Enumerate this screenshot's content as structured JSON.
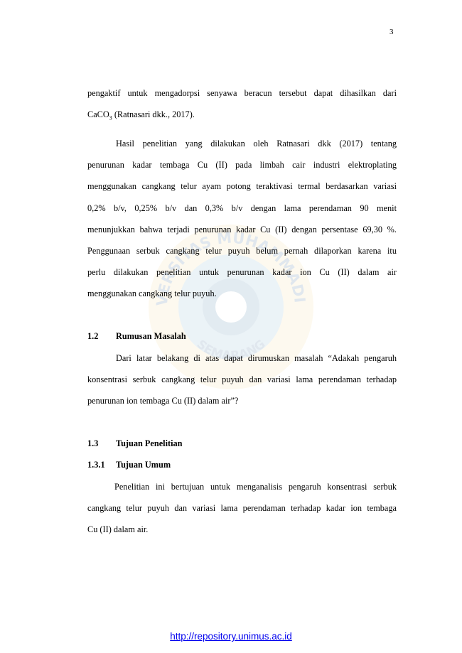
{
  "page": {
    "number": "3"
  },
  "para1": {
    "line1": "pengaktif untuk mengadorpsi senyawa beracun tersebut dapat dihasilkan dari",
    "line2_pre": "CaCO",
    "line2_sub": "3",
    "line2_post": " (Ratnasari dkk., 2017)."
  },
  "para2": {
    "lines": [
      "Hasil penelitian yang dilakukan oleh Ratnasari dkk (2017) tentang",
      "penurunan kadar tembaga Cu (II) pada limbah cair industri elektroplating",
      "menggunakan cangkang telur ayam potong teraktivasi termal berdasarkan variasi",
      "0,2% b/v, 0,25% b/v dan 0,3% b/v dengan lama perendaman 90 menit",
      "menunjukkan bahwa terjadi penurunan kadar Cu (II) dengan persentase 69,30 %.",
      "Penggunaan serbuk cangkang telur puyuh belum pernah dilaporkan karena itu",
      "perlu dilakukan penelitian untuk penurunan kadar ion Cu (II) dalam air",
      "menggunakan cangkang telur puyuh."
    ]
  },
  "section_1_2": {
    "number": "1.2",
    "title": "Rumusan Masalah",
    "lines": [
      "Dari latar belakang di atas dapat dirumuskan masalah “Adakah pengaruh",
      "konsentrasi serbuk cangkang telur puyuh dan variasi lama perendaman terhadap",
      "penurunan ion tembaga Cu (II) dalam air”?"
    ]
  },
  "section_1_3": {
    "number": "1.3",
    "title": "Tujuan Penelitian"
  },
  "section_1_3_1": {
    "number": "1.3.1",
    "title": "Tujuan Umum",
    "lines": [
      "Penelitian ini bertujuan untuk menganalisis pengaruh konsentrasi serbuk",
      "cangkang telur  puyuh dan variasi lama perendaman terhadap kadar ion tembaga",
      "Cu (II) dalam air."
    ]
  },
  "watermark": {
    "top_text": "UNIVERSITAS MUHAMMADIYAH",
    "bottom_text": "SEMARANG"
  },
  "footer": {
    "link": "http://repository.unimus.ac.id"
  }
}
